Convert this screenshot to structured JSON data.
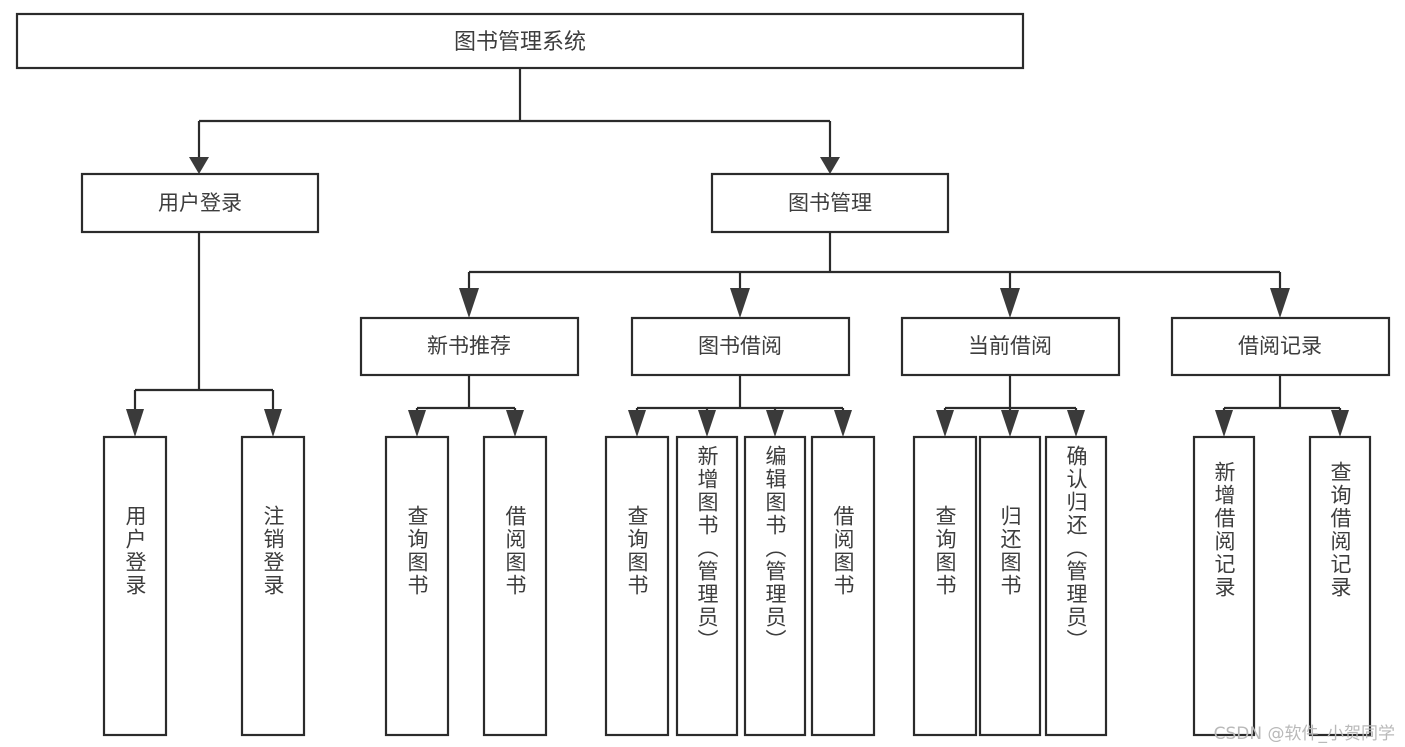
{
  "diagram": {
    "title": "图书管理系统",
    "type": "hierarchy-tree",
    "orientation": "top-down",
    "colors": {
      "background": "#ffffff",
      "box_fill": "#ffffff",
      "box_stroke": "#2b2b2b",
      "text": "#3d3d3d",
      "arrow": "#3a3a3a",
      "watermark": "#b9b9b9"
    }
  },
  "root": {
    "label": "图书管理系统"
  },
  "level2": [
    {
      "label": "用户登录"
    },
    {
      "label": "图书管理"
    }
  ],
  "level3": [
    {
      "label": "新书推荐"
    },
    {
      "label": "图书借阅"
    },
    {
      "label": "当前借阅"
    },
    {
      "label": "借阅记录"
    }
  ],
  "leaves": {
    "user_login": [
      {
        "label": "用户登录"
      },
      {
        "label": "注销登录"
      }
    ],
    "new_book_recommend": [
      {
        "label": "查询图书"
      },
      {
        "label": "借阅图书"
      }
    ],
    "book_borrow": [
      {
        "label": "查询图书"
      },
      {
        "label": "新增图书（管理员）"
      },
      {
        "label": "编辑图书（管理员）"
      },
      {
        "label": "借阅图书"
      }
    ],
    "current_borrow": [
      {
        "label": "查询图书"
      },
      {
        "label": "归还图书"
      },
      {
        "label": "确认归还（管理员）"
      }
    ],
    "borrow_records": [
      {
        "label": "新增借阅记录"
      },
      {
        "label": "查询借阅记录"
      }
    ]
  },
  "watermark": {
    "text": "CSDN @软件_小贺同学"
  }
}
